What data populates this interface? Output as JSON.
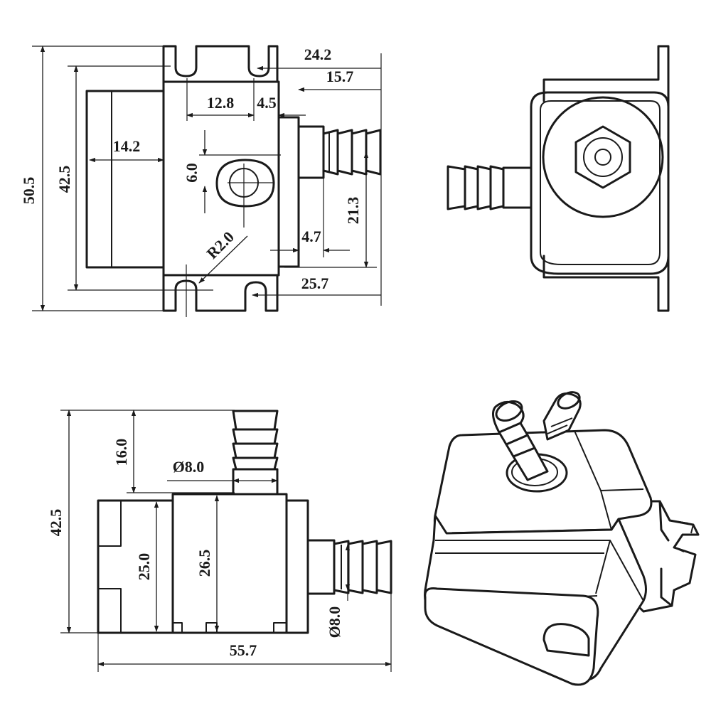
{
  "view_front": {
    "overall_height": "50.5",
    "body_height": "42.5",
    "width_to_outlet": "24.2",
    "boss_to_outlet": "15.7",
    "hole_spacing": "12.8",
    "hole_offset": "4.5",
    "rear_depth": "14.2",
    "port_offset": "6.0",
    "outlet_height": "21.3",
    "corner_radius": "R2.0",
    "step_width": "4.7",
    "total_depth": "25.7"
  },
  "view_side": {
    "overall_height": "42.5",
    "inlet_length": "16.0",
    "inlet_diameter": "Ø8.0",
    "body_height": "25.0",
    "housing_height": "26.5",
    "outlet_diameter": "Ø8.0",
    "total_length": "55.7"
  }
}
